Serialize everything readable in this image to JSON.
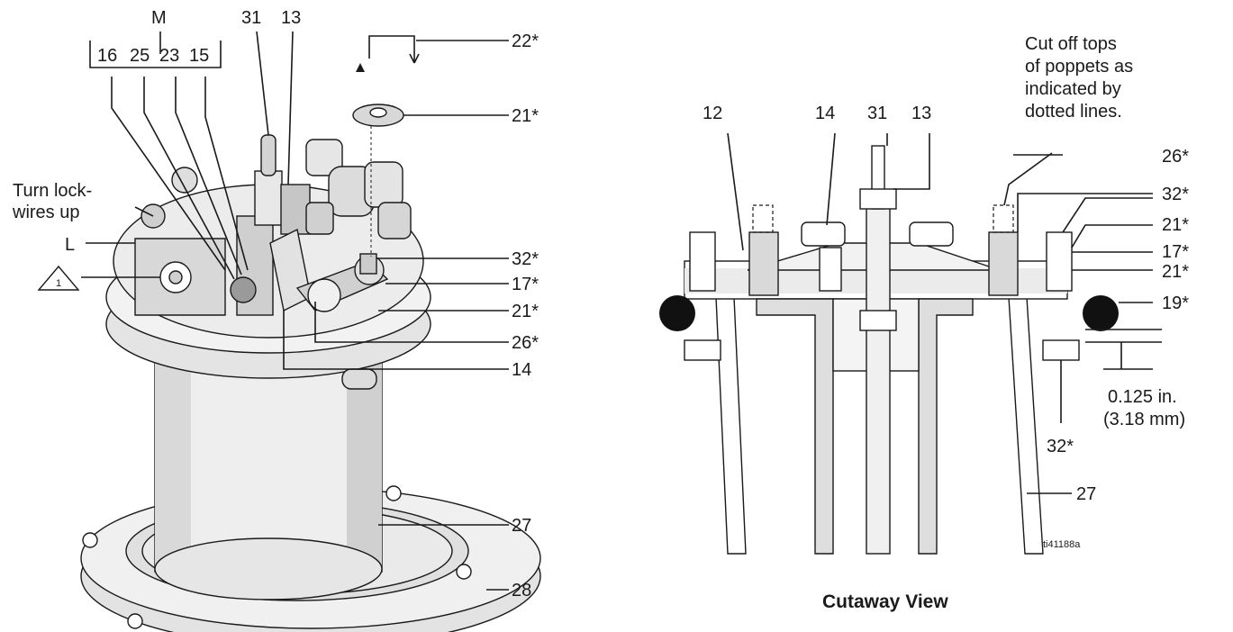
{
  "left": {
    "group_label": "M",
    "group_items": [
      "16",
      "25",
      "23",
      "15"
    ],
    "labels": {
      "p31": "31",
      "p13": "13",
      "p22": "22*",
      "p21a": "21*",
      "turn_lock": "Turn lock-",
      "wires_up": "wires up",
      "L": "L",
      "note_number": "1",
      "p32": "32*",
      "p17": "17*",
      "p21b": "21*",
      "p26": "26*",
      "p14": "14",
      "p27": "27",
      "p28": "28"
    }
  },
  "right": {
    "title": "Cutaway View",
    "note_line1": "Cut off tops",
    "note_line2": "of poppets as",
    "note_line3": "indicated by",
    "note_line4": "dotted lines.",
    "labels": {
      "p12": "12",
      "p14": "14",
      "p31": "31",
      "p13": "13",
      "p26": "26*",
      "p32a": "32*",
      "p21a": "21*",
      "p17": "17*",
      "p21b": "21*",
      "p19": "19*",
      "dim_in": "0.125 in.",
      "dim_mm": "(3.18 mm)",
      "p32b": "32*",
      "p27": "27",
      "ref": "ti41188a"
    }
  }
}
